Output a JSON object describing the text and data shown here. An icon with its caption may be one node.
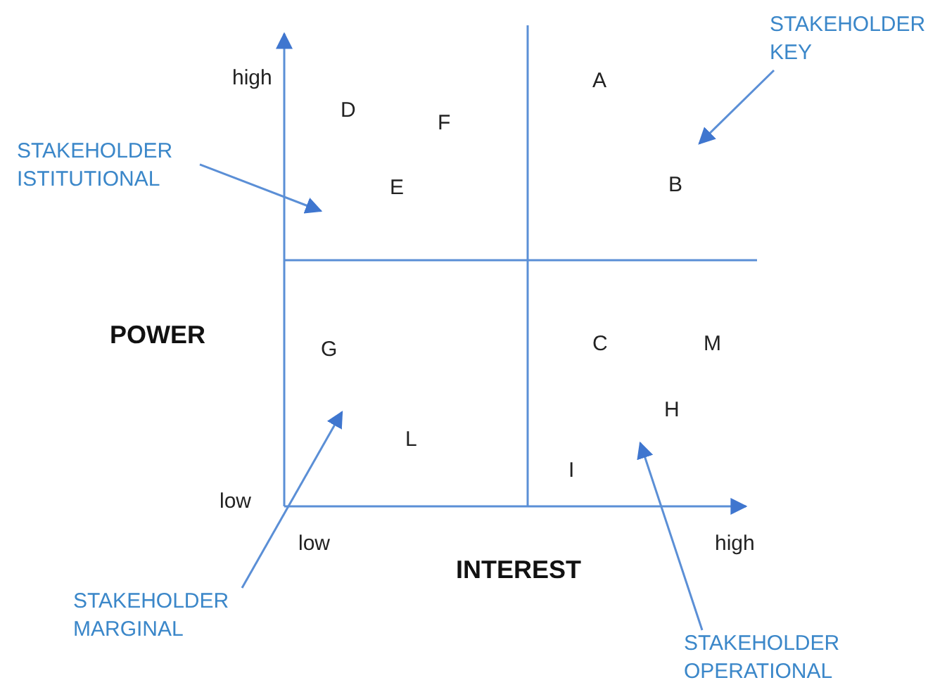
{
  "diagram": {
    "nodes": [
      {
        "text": [
          "STAKEHOLDER KEY"
        ]
      },
      {
        "text": [
          "STAKEHOLDER ISTITUTIONAL"
        ]
      },
      {
        "text": [
          "STAKEHOLDER MARGINAL"
        ]
      },
      {
        "text": [
          "STAKEHOLDER OPERATIONAL"
        ]
      }
    ],
    "edges": [
      {
        "from": 0,
        "to": null,
        "arrow": "to"
      },
      {
        "from": 1,
        "to": null,
        "arrow": "to"
      },
      {
        "from": 2,
        "to": null,
        "arrow": "to"
      },
      {
        "from": 3,
        "to": null,
        "arrow": "to"
      }
    ],
    "labels": [
      "high",
      "A",
      "D",
      "F",
      "E",
      "B",
      "POWER",
      "G",
      "C",
      "M",
      "H",
      "L",
      "I",
      "low",
      "low",
      "high",
      "INTEREST"
    ]
  }
}
